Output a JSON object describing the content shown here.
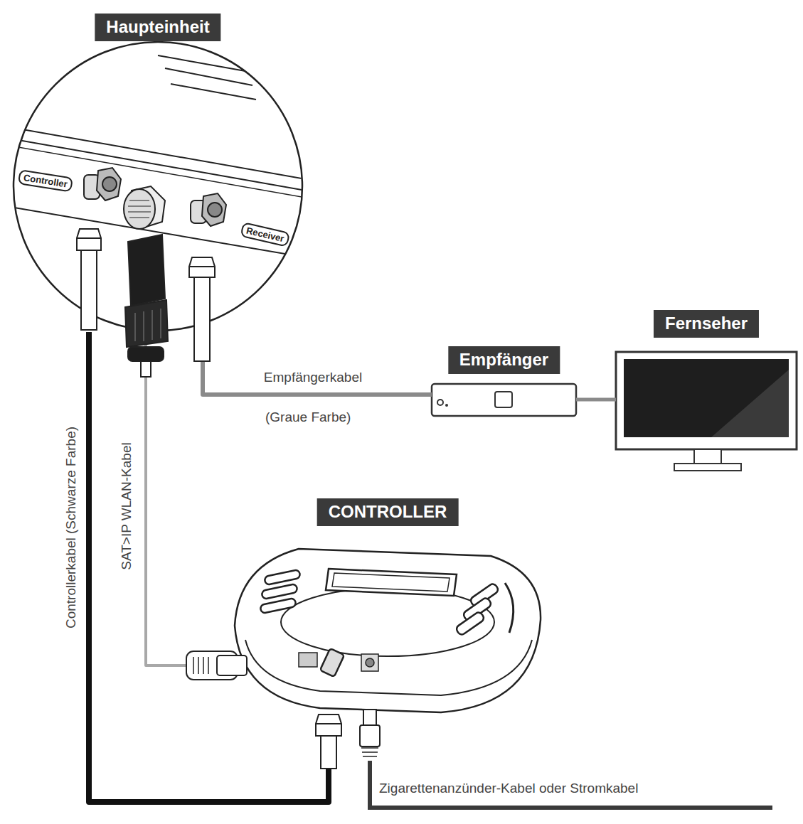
{
  "diagram": {
    "nodes": [
      {
        "text": [
          "Haupteinheit"
        ]
      },
      {
        "text": [
          "Empfänger"
        ]
      },
      {
        "text": [
          "Fernseher"
        ]
      },
      {
        "text": [
          "CONTROLLER"
        ]
      }
    ],
    "edges": [
      {
        "from": 0,
        "to": 1,
        "arrow": "none",
        "label": "Empfängerkabel"
      },
      {
        "from": 1,
        "to": 2,
        "arrow": "none"
      },
      {
        "from": 0,
        "to": 3,
        "arrow": "none",
        "label": "SAT>IP WLAN-Kabel"
      },
      {
        "from": 0,
        "to": 3,
        "arrow": "none",
        "label": "Controllerkabel (Schwarze Farbe)"
      }
    ],
    "labels": [
      "Controller",
      "Receiver",
      "(Graue Farbe)",
      "Zigarettenanzünder-Kabel oder Stromkabel"
    ]
  }
}
